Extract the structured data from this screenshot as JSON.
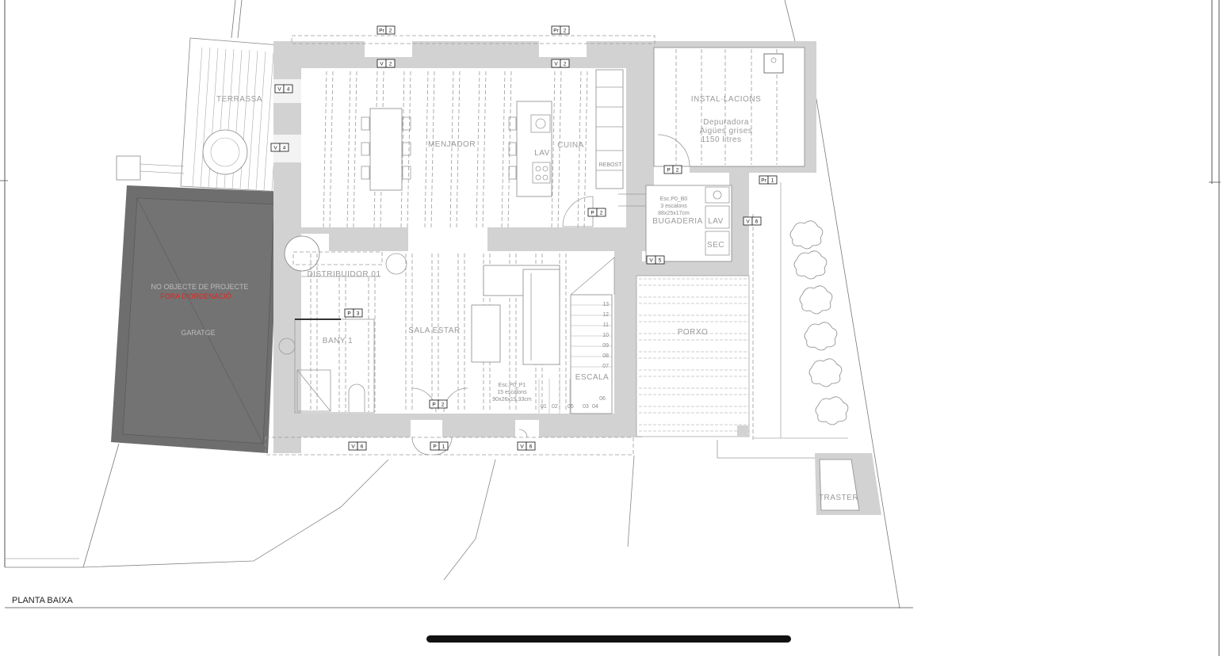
{
  "plan": {
    "title": "PLANTA BAIXA",
    "rooms": {
      "terrassa": "TERRASSA",
      "menjador": "MENJADOR",
      "lav_kitchen": "LAV",
      "cuina": "CUINA",
      "installacions": "INSTAL·LACIONS",
      "depuradora_line1": "Depuradora",
      "depuradora_line2": "Aigües grises",
      "depuradora_line3": "1150 litres",
      "distribuidor": "DISTRIBUIDOR 01",
      "bany": "BANY 1",
      "sala_estar": "SALA ESTAR",
      "escala": "ESCALA",
      "bugaderia": "BUGADERIA",
      "lav_small": "LAV",
      "sec": "SEC",
      "porxo": "PORXO",
      "garatge": "GARATGE",
      "traster": "TRASTER",
      "rebost": "REBOST"
    },
    "notes": {
      "no_objecte": "NO OBJECTE DE PROJECTE",
      "fora_ordenacio": "FORA D'ORDENACIÓ",
      "esc_p0_p1_line1": "Esc.P0_P1",
      "esc_p0_p1_line2": "15 escalons",
      "esc_p0_p1_line3": "90x26x19,33cm",
      "esc_p0_b0_line1": "Esc.P0_B0",
      "esc_p0_b0_line2": "3 escalons",
      "esc_p0_b0_line3": "88x25x17cm"
    },
    "stair_numbers": [
      "13",
      "12",
      "11",
      "10",
      "09",
      "08",
      "07",
      "06",
      "05",
      "04",
      "03",
      "02",
      "01"
    ],
    "tags": [
      {
        "type": "Pr",
        "num": "2"
      },
      {
        "type": "Pr",
        "num": "2"
      },
      {
        "type": "V",
        "num": "2"
      },
      {
        "type": "V",
        "num": "2"
      },
      {
        "type": "V",
        "num": "4"
      },
      {
        "type": "V",
        "num": "4"
      },
      {
        "type": "P",
        "num": "2"
      },
      {
        "type": "Pr",
        "num": "1"
      },
      {
        "type": "P",
        "num": "2"
      },
      {
        "type": "V",
        "num": "6"
      },
      {
        "type": "V",
        "num": "5"
      },
      {
        "type": "P",
        "num": "3"
      },
      {
        "type": "P",
        "num": "2"
      },
      {
        "type": "V",
        "num": "6"
      },
      {
        "type": "P",
        "num": "1"
      },
      {
        "type": "V",
        "num": "6"
      }
    ],
    "colors": {
      "wall": "#d2d2d2",
      "garage": "#6e6e6e",
      "red_note": "#e5231f",
      "home_indicator": "#111111"
    }
  }
}
